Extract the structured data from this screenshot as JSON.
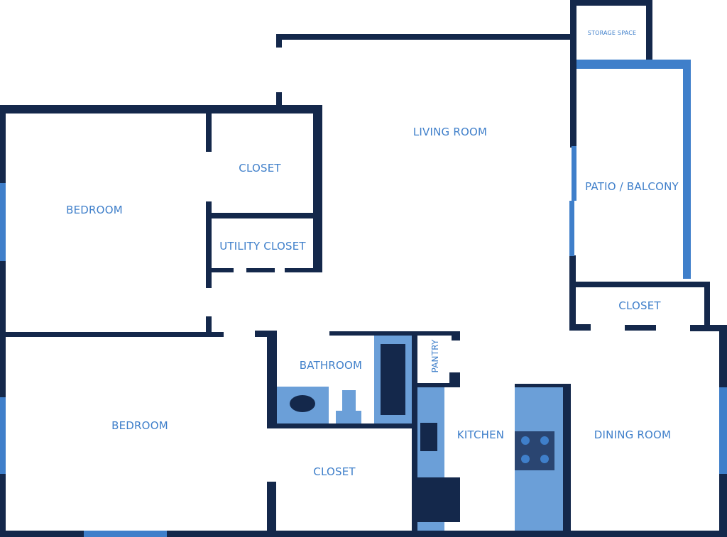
{
  "plan": {
    "colors": {
      "wall": "#14284b",
      "window": "#3f7fca",
      "fixture_light": "#6b9fd8",
      "fixture_dark": "#14284b",
      "stovetop": "#2a4571",
      "label": "#3f7fca",
      "background": "#ffffff"
    },
    "rooms": {
      "storage_space": "STORAGE SPACE",
      "living_room": "LIVING ROOM",
      "closet_top": "CLOSET",
      "bedroom_top": "BEDROOM",
      "utility_closet": "UTILITY CLOSET",
      "patio_balcony": "PATIO / BALCONY",
      "closet_right": "CLOSET",
      "bathroom": "BATHROOM",
      "pantry": "PANTRY",
      "bedroom_bottom": "BEDROOM",
      "kitchen": "KITCHEN",
      "dining_room": "DINING ROOM",
      "closet_bottom": "CLOSET"
    },
    "fixtures": [
      "bathtub",
      "sink-vanity",
      "toilet",
      "shower",
      "refrigerator",
      "dishwasher",
      "range-stove",
      "kitchen-counter",
      "island-counter"
    ],
    "stove_burner_count": 4
  }
}
